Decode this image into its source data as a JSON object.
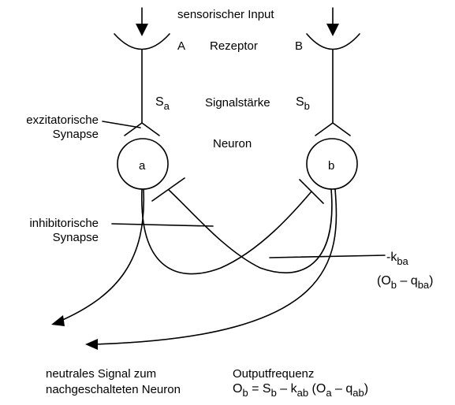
{
  "labels": {
    "input": "sensorischer Input",
    "receptor_a": "A",
    "receptor": "Rezeptor",
    "receptor_b": "B",
    "signal_a_main": "S",
    "signal_a_sub": "a",
    "signal_strength": "Signalstärke",
    "signal_b_main": "S",
    "signal_b_sub": "b",
    "excitatory_line1": "exzitatorische",
    "excitatory_line2": "Synapse",
    "neuron": "Neuron",
    "neuron_a": "a",
    "neuron_b": "b",
    "inhibitory_line1": "inhibitorische",
    "inhibitory_line2": "Synapse",
    "k_prefix": "-k",
    "k_sub": "ba",
    "paren_open": "(O",
    "paren_o_sub": "b",
    "paren_minus": " – q",
    "paren_q_sub": "ba",
    "paren_close": ")",
    "neutral_line1": "neutrales Signal zum",
    "neutral_line2": "nachgeschalteten Neuron",
    "output_title": "Outputfrequenz",
    "f_o": "O",
    "f_o_sub": "b",
    "f_eq_s": " = S",
    "f_s_sub": "b",
    "f_minus_k": " – k",
    "f_k_sub": "ab",
    "f_paren_o": " (O",
    "f_oa_sub": "a",
    "f_minus_q": " – q",
    "f_q_sub": "ab",
    "f_close": ")"
  }
}
